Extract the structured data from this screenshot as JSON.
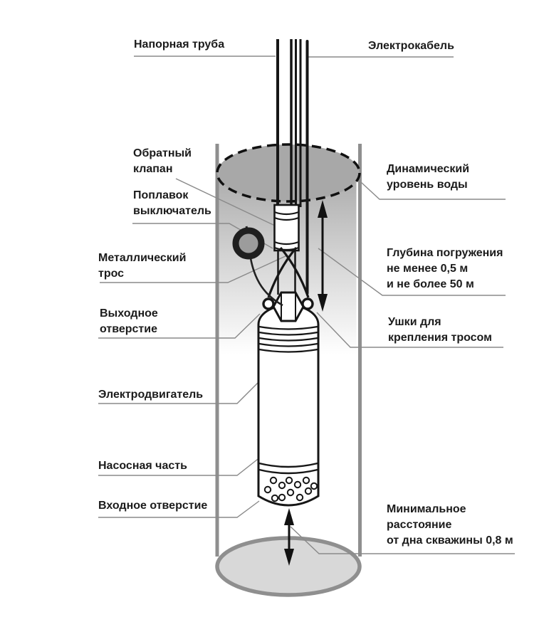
{
  "diagram": {
    "labels": {
      "pressure_pipe": "Напорная труба",
      "electric_cable": "Электрокабель",
      "check_valve": "Обратный\nклапан",
      "float_switch": "Поплавок\nвыключатель",
      "metal_rope": "Металлический\nтрос",
      "outlet": "Выходное\nотверстие",
      "motor": "Электродвигатель",
      "pump_section": "Насосная часть",
      "inlet": "Входное отверстие",
      "dynamic_water_level": "Динамический\nуровень воды",
      "immersion_depth": "Глубина погружения\nне менее 0,5 м\nи не более 50 м",
      "rope_lugs": "Ушки для\nкрепления тросом",
      "min_distance": "Минимальное\nрасстояние\nот дна скважины 0,8 м"
    },
    "measurements": {
      "immersion_depth_min": "0,5 м",
      "immersion_depth_max": "50 м",
      "distance_from_bottom_min": "0,8 м"
    },
    "colors": {
      "ink": "#1b1b1b",
      "leader": "#8a8a8a",
      "casing": "#8f8f8f",
      "water-fill": "#a8a8a8",
      "well-bottom-fill": "#d8d8d8",
      "float-fill": "#9c9c9c",
      "bg": "#ffffff"
    }
  }
}
